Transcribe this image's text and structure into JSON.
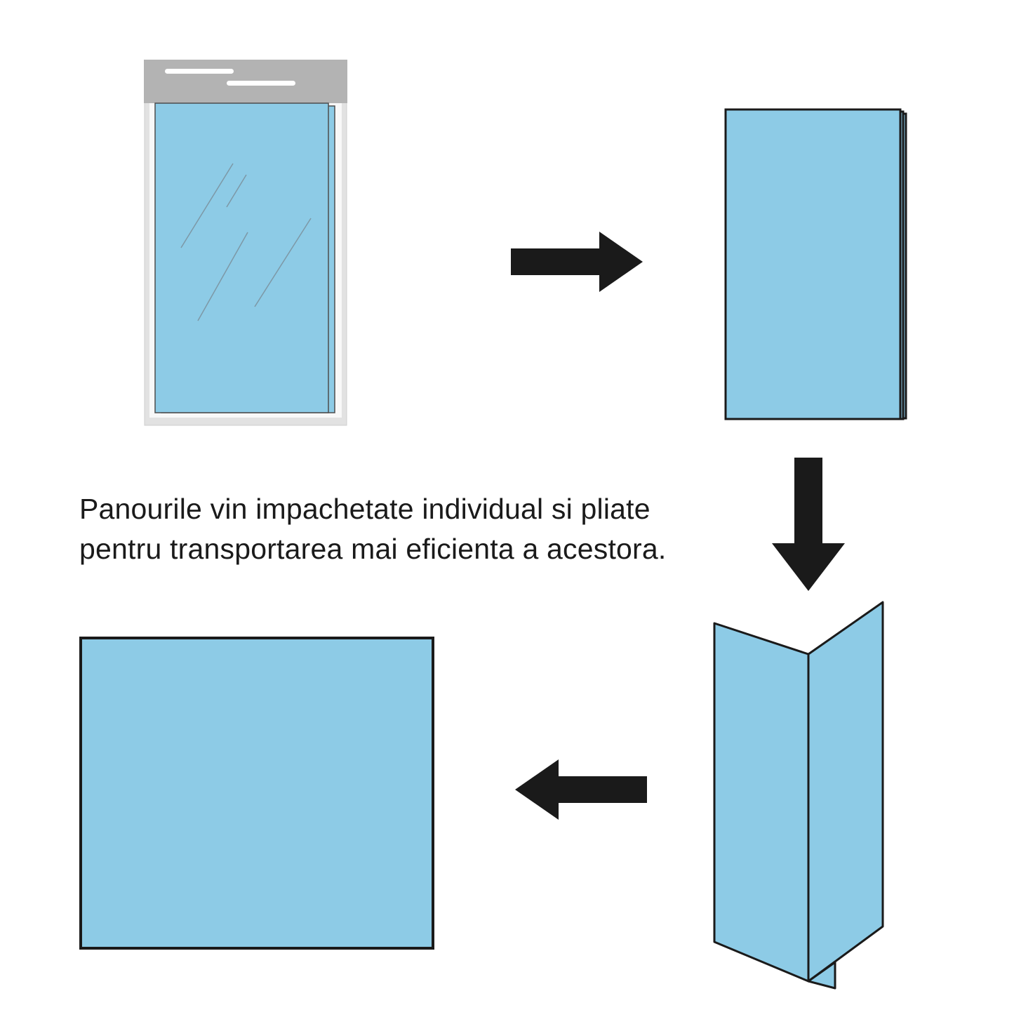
{
  "caption": {
    "line1": "Panourile vin impachetate individual si pliate",
    "line2": "pentru transportarea mai eficienta a acestora."
  },
  "colors": {
    "panel_blue": "#8DCBE6",
    "outline": "#1a1a1a",
    "arrow": "#1a1a1a",
    "text": "#1a1a1a",
    "package_header_gray": "#b3b3b3",
    "package_body_gray": "#e2e2e2",
    "package_inner_white": "#f8f8f8",
    "package_line_white": "#ffffff",
    "panel_edge_gray": "#4d4d4d",
    "shine_line": "#7d98a6"
  },
  "icons": {
    "arrow_right": "arrow-right",
    "arrow_down": "arrow-down",
    "arrow_left": "arrow-left"
  }
}
